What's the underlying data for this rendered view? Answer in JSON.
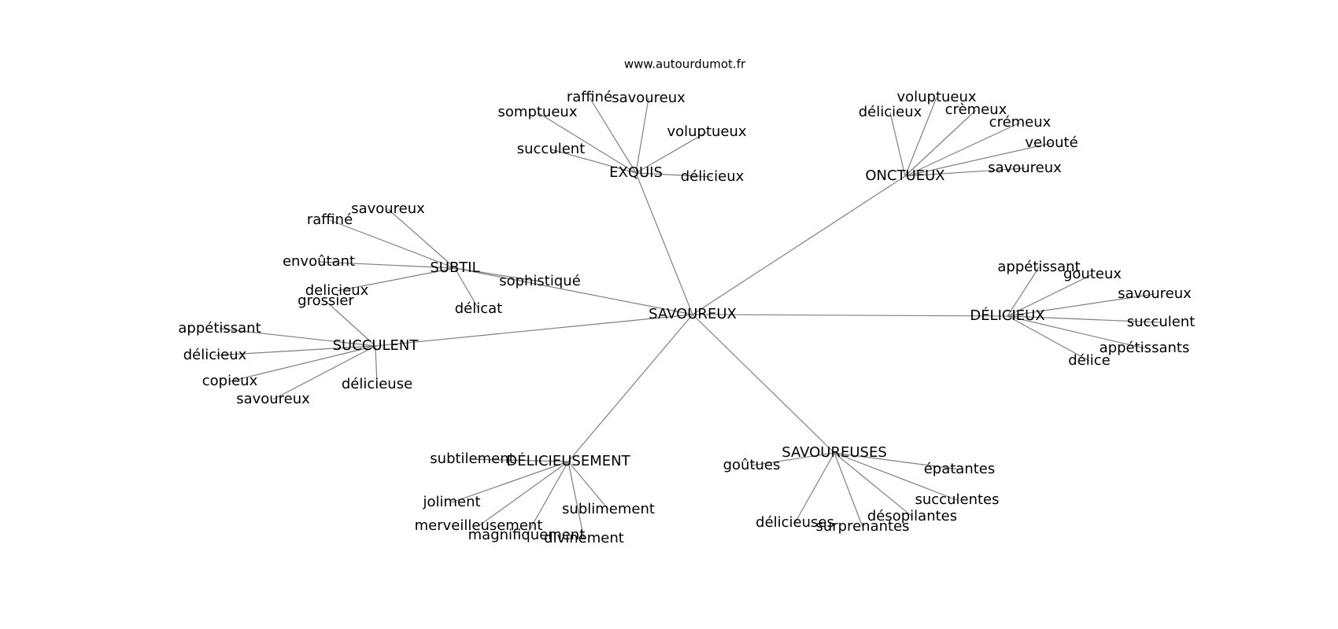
{
  "source_text": "www.autourdumot.fr",
  "graph": {
    "center": "SAVOUREUX",
    "nodes": [
      {
        "id": "savoureux",
        "label": "SAVOUREUX"
      },
      {
        "id": "exquis",
        "label": "EXQUIS"
      },
      {
        "id": "onctueux",
        "label": "ONCTUEUX"
      },
      {
        "id": "subtil",
        "label": "SUBTIL"
      },
      {
        "id": "succulent_hub",
        "label": "SUCCULENT"
      },
      {
        "id": "delicieux_hub",
        "label": "DÉLICIEUX"
      },
      {
        "id": "delicieusement",
        "label": "DÉLICIEUSEMENT"
      },
      {
        "id": "savoureuses",
        "label": "SAVOUREUSES"
      },
      {
        "id": "ex_raffine",
        "label": "raffiné"
      },
      {
        "id": "ex_savoureux",
        "label": "savoureux"
      },
      {
        "id": "ex_somptueux",
        "label": "somptueux"
      },
      {
        "id": "ex_voluptueux",
        "label": "voluptueux"
      },
      {
        "id": "ex_succulent",
        "label": "succulent"
      },
      {
        "id": "ex_delicieux",
        "label": "délicieux"
      },
      {
        "id": "on_voluptueux",
        "label": "voluptueux"
      },
      {
        "id": "on_delicieux",
        "label": "délicieux"
      },
      {
        "id": "on_cremeux1",
        "label": "crèmeux"
      },
      {
        "id": "on_cremeux2",
        "label": "crémeux"
      },
      {
        "id": "on_veloute",
        "label": "velouté"
      },
      {
        "id": "on_savoureux",
        "label": "savoureux"
      },
      {
        "id": "su_savoureux",
        "label": "savoureux"
      },
      {
        "id": "su_raffine",
        "label": "raffiné"
      },
      {
        "id": "su_envoutant",
        "label": "envoûtant"
      },
      {
        "id": "su_sophistique",
        "label": "sophistiqué"
      },
      {
        "id": "su_delicieux",
        "label": "delicieux"
      },
      {
        "id": "su_delicat",
        "label": "délicat"
      },
      {
        "id": "sc_grossier",
        "label": "grossier"
      },
      {
        "id": "sc_appetissant",
        "label": "appétissant"
      },
      {
        "id": "sc_delicieux",
        "label": "délicieux"
      },
      {
        "id": "sc_copieux",
        "label": "copieux"
      },
      {
        "id": "sc_savoureux",
        "label": "savoureux"
      },
      {
        "id": "sc_delicieuse",
        "label": "délicieuse"
      },
      {
        "id": "de_appetissant",
        "label": "appétissant"
      },
      {
        "id": "de_gouteux",
        "label": "gouteux"
      },
      {
        "id": "de_savoureux",
        "label": "savoureux"
      },
      {
        "id": "de_succulent",
        "label": "succulent"
      },
      {
        "id": "de_appetissants",
        "label": "appétissants"
      },
      {
        "id": "de_delice",
        "label": "délice"
      },
      {
        "id": "dm_subtilement",
        "label": "subtilement"
      },
      {
        "id": "dm_joliment",
        "label": "joliment"
      },
      {
        "id": "dm_merveilleusement",
        "label": "merveilleusement"
      },
      {
        "id": "dm_magnifiquement",
        "label": "magnifiquement"
      },
      {
        "id": "dm_divinement",
        "label": "divinement"
      },
      {
        "id": "dm_sublimement",
        "label": "sublimement"
      },
      {
        "id": "sv_goutues",
        "label": "goûtues"
      },
      {
        "id": "sv_epatantes",
        "label": "épatantes"
      },
      {
        "id": "sv_succulentes",
        "label": "succulentes"
      },
      {
        "id": "sv_desopilantes",
        "label": "désopilantes"
      },
      {
        "id": "sv_surprenantes",
        "label": "surprenantes"
      },
      {
        "id": "sv_delicieuses",
        "label": "délicieuses"
      }
    ],
    "edges": [
      [
        "savoureux",
        "exquis"
      ],
      [
        "savoureux",
        "onctueux"
      ],
      [
        "savoureux",
        "subtil"
      ],
      [
        "savoureux",
        "succulent_hub"
      ],
      [
        "savoureux",
        "delicieux_hub"
      ],
      [
        "savoureux",
        "delicieusement"
      ],
      [
        "savoureux",
        "savoureuses"
      ],
      [
        "exquis",
        "ex_raffine"
      ],
      [
        "exquis",
        "ex_savoureux"
      ],
      [
        "exquis",
        "ex_somptueux"
      ],
      [
        "exquis",
        "ex_voluptueux"
      ],
      [
        "exquis",
        "ex_succulent"
      ],
      [
        "exquis",
        "ex_delicieux"
      ],
      [
        "onctueux",
        "on_voluptueux"
      ],
      [
        "onctueux",
        "on_delicieux"
      ],
      [
        "onctueux",
        "on_cremeux1"
      ],
      [
        "onctueux",
        "on_cremeux2"
      ],
      [
        "onctueux",
        "on_veloute"
      ],
      [
        "onctueux",
        "on_savoureux"
      ],
      [
        "subtil",
        "su_savoureux"
      ],
      [
        "subtil",
        "su_raffine"
      ],
      [
        "subtil",
        "su_envoutant"
      ],
      [
        "subtil",
        "su_sophistique"
      ],
      [
        "subtil",
        "su_delicieux"
      ],
      [
        "subtil",
        "su_delicat"
      ],
      [
        "succulent_hub",
        "sc_grossier"
      ],
      [
        "succulent_hub",
        "sc_appetissant"
      ],
      [
        "succulent_hub",
        "sc_delicieux"
      ],
      [
        "succulent_hub",
        "sc_copieux"
      ],
      [
        "succulent_hub",
        "sc_savoureux"
      ],
      [
        "succulent_hub",
        "sc_delicieuse"
      ],
      [
        "delicieux_hub",
        "de_appetissant"
      ],
      [
        "delicieux_hub",
        "de_gouteux"
      ],
      [
        "delicieux_hub",
        "de_savoureux"
      ],
      [
        "delicieux_hub",
        "de_succulent"
      ],
      [
        "delicieux_hub",
        "de_appetissants"
      ],
      [
        "delicieux_hub",
        "de_delice"
      ],
      [
        "delicieusement",
        "dm_subtilement"
      ],
      [
        "delicieusement",
        "dm_joliment"
      ],
      [
        "delicieusement",
        "dm_merveilleusement"
      ],
      [
        "delicieusement",
        "dm_magnifiquement"
      ],
      [
        "delicieusement",
        "dm_divinement"
      ],
      [
        "delicieusement",
        "dm_sublimement"
      ],
      [
        "savoureuses",
        "sv_goutues"
      ],
      [
        "savoureuses",
        "sv_epatantes"
      ],
      [
        "savoureuses",
        "sv_succulentes"
      ],
      [
        "savoureuses",
        "sv_desopilantes"
      ],
      [
        "savoureuses",
        "sv_surprenantes"
      ],
      [
        "savoureuses",
        "sv_delicieuses"
      ]
    ]
  }
}
